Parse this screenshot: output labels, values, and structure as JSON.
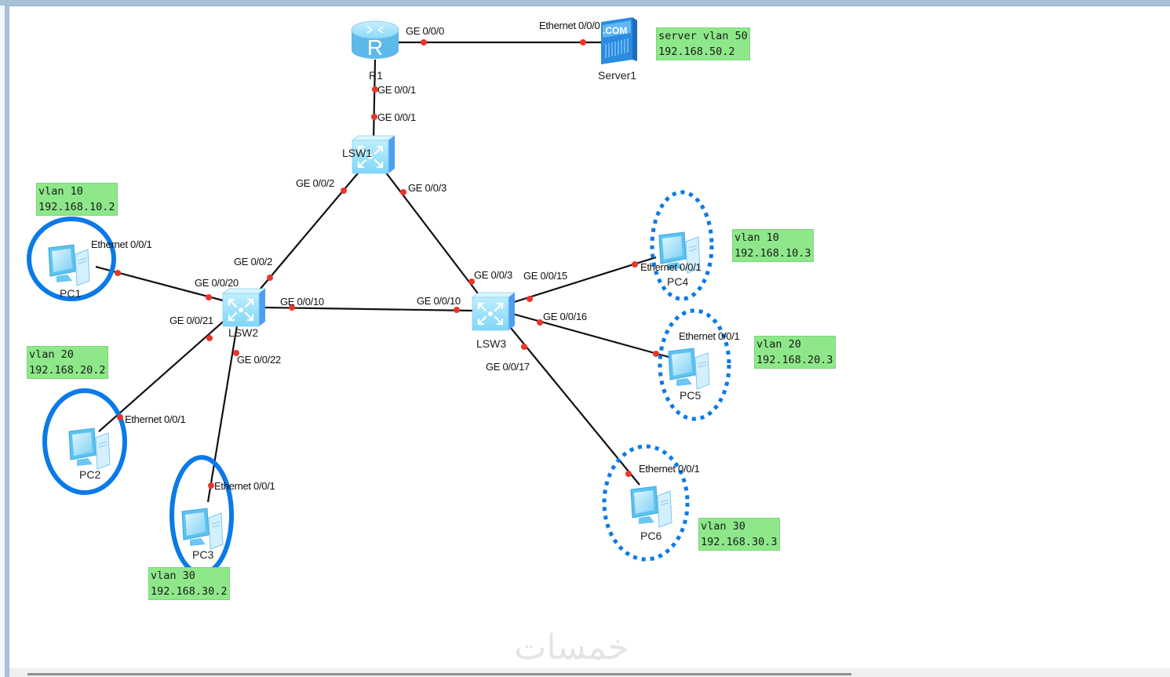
{
  "devices": {
    "r1": {
      "label": "R1"
    },
    "server1": {
      "label": "Server1",
      "icon_text": ".COM"
    },
    "lsw1": {
      "label": "LSW1"
    },
    "lsw2": {
      "label": "LSW2"
    },
    "lsw3": {
      "label": "LSW3"
    },
    "pc1": {
      "label": "PC1"
    },
    "pc2": {
      "label": "PC2"
    },
    "pc3": {
      "label": "PC3"
    },
    "pc4": {
      "label": "PC4"
    },
    "pc5": {
      "label": "PC5"
    },
    "pc6": {
      "label": "PC6"
    }
  },
  "ports": {
    "r1_ge000": "GE 0/0/0",
    "server1_eth000": "Ethernet 0/0/0",
    "r1_ge001": "GE 0/0/1",
    "lsw1_ge001": "GE 0/0/1",
    "lsw1_ge002": "GE 0/0/2",
    "lsw1_ge003": "GE 0/0/3",
    "lsw2_ge002": "GE 0/0/2",
    "lsw2_ge0020": "GE 0/0/20",
    "lsw2_ge0021": "GE 0/0/21",
    "lsw2_ge0022": "GE 0/0/22",
    "lsw2_ge0010": "GE 0/0/10",
    "lsw3_ge0010": "GE 0/0/10",
    "lsw3_ge003": "GE 0/0/3",
    "lsw3_ge0015": "GE 0/0/15",
    "lsw3_ge0016": "GE 0/0/16",
    "lsw3_ge0017": "GE 0/0/17",
    "pc1_eth": "Ethernet 0/0/1",
    "pc2_eth": "Ethernet 0/0/1",
    "pc3_eth": "Ethernet 0/0/1",
    "pc4_eth": "Ethernet 0/0/1",
    "pc5_eth": "Ethernet 0/0/1",
    "pc6_eth": "Ethernet 0/0/1"
  },
  "notes": {
    "server": "server vlan 50\n192.168.50.2",
    "pc1": "vlan 10\n192.168.10.2",
    "pc2": "vlan 20\n192.168.20.2",
    "pc3": "vlan 30\n192.168.30.2",
    "pc4": "vlan 10\n192.168.10.3",
    "pc5": "vlan 20\n192.168.20.3",
    "pc6": "vlan 30\n192.168.30.3"
  },
  "colors": {
    "link": "#111111",
    "port_dot": "#e8362c",
    "note_bg": "#8ee88a",
    "highlight": "#0a7ae8"
  },
  "watermark": "خمسات"
}
